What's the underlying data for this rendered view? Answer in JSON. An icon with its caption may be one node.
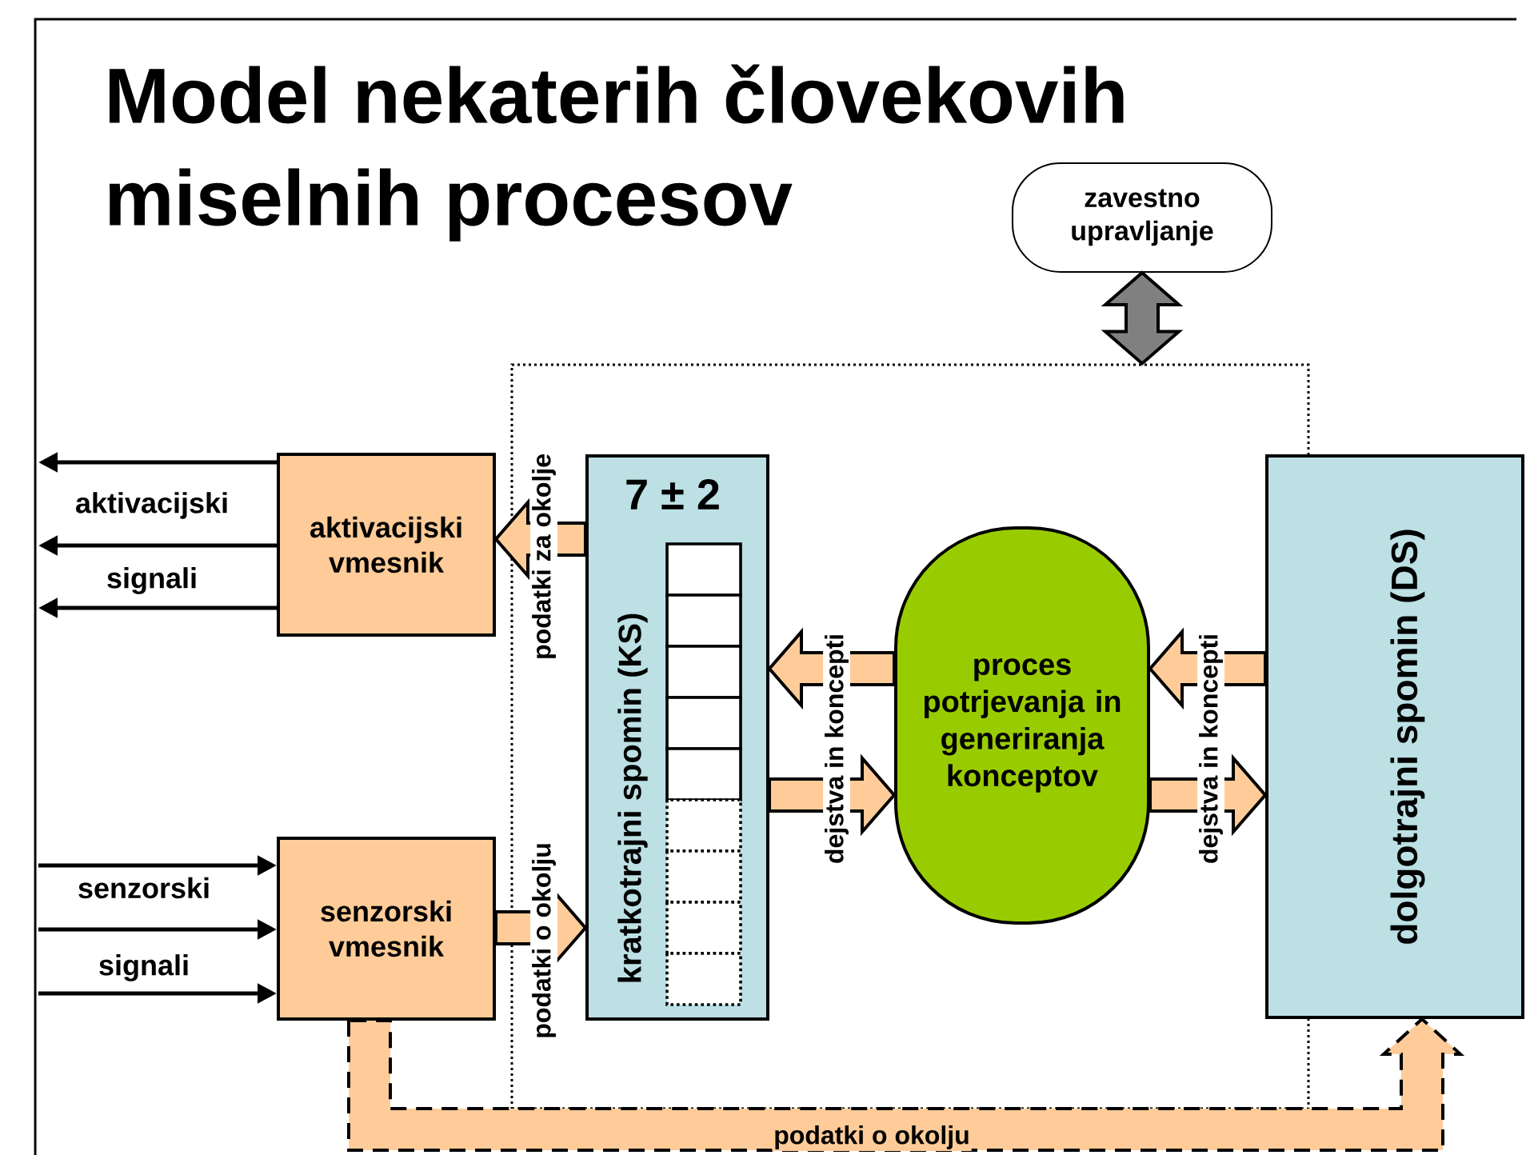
{
  "diagram": {
    "title": "Model nekaterih človekovih miselnih procesov",
    "nodes": [
      {
        "text": [
          "zavestno upravljanje"
        ]
      },
      {
        "text": [],
        "shape": "box"
      },
      {
        "text": [
          "aktivacijski vmesnik"
        ]
      },
      {
        "text": [
          "senzorski vmesnik"
        ]
      },
      {
        "text": [
          "7 ± 2",
          "kratkotrajni spomin (KS)"
        ],
        "in": 1
      },
      {
        "text": [
          "proces potrjevanja in generiranja konceptov"
        ],
        "in": 1
      },
      {
        "text": [
          "dolgotrajni spomin (DS)"
        ]
      }
    ],
    "edges": [
      {
        "from": 0,
        "to": 1,
        "arrow": "both",
        "style": "thick",
        "color": "#808080"
      },
      {
        "from": 4,
        "to": 2,
        "arrow": "to",
        "style": "thick",
        "label": "podatki za okolje"
      },
      {
        "from": 3,
        "to": 4,
        "arrow": "to",
        "style": "thick",
        "label": "podatki o okolju"
      },
      {
        "from": 5,
        "to": 4,
        "arrow": "to",
        "style": "thick",
        "label": "dejstva in koncepti"
      },
      {
        "from": 4,
        "to": 5,
        "arrow": "to",
        "style": "thick"
      },
      {
        "from": 6,
        "to": 5,
        "arrow": "to",
        "style": "thick",
        "label": "dejstva in koncepti"
      },
      {
        "from": 5,
        "to": 6,
        "arrow": "to",
        "style": "thick"
      },
      {
        "from": 3,
        "to": 6,
        "arrow": "to",
        "style": "dashed",
        "label": "podatki o okolju"
      },
      {
        "from": 2,
        "to": null,
        "arrow": "to"
      },
      {
        "from": 2,
        "to": null,
        "arrow": "to"
      },
      {
        "from": 2,
        "to": null,
        "arrow": "to"
      },
      {
        "from": null,
        "to": 3,
        "arrow": "to"
      },
      {
        "from": null,
        "to": 3,
        "arrow": "to"
      },
      {
        "from": null,
        "to": 3,
        "arrow": "to"
      }
    ],
    "labels": [
      "aktivacijski",
      "signali",
      "senzorski",
      "signali"
    ]
  }
}
